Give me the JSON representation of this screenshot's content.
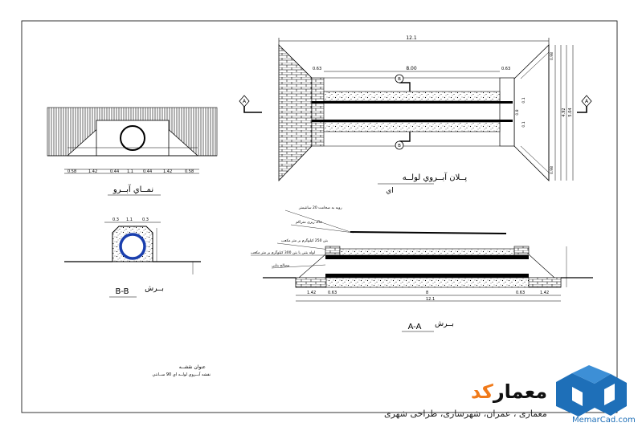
{
  "plan": {
    "overall_length": "12.1",
    "pipe_length": "8.00",
    "left_offset": "0.63",
    "right_offset": "0.63",
    "total_width": "4.92",
    "total_width2": "5.04",
    "dim_a": "0.98",
    "dim_b": "0.8",
    "dim_c": "0.1",
    "section_mark_a": "A",
    "section_mark_b": "B",
    "title": "پــلان آبــروي لولــه",
    "title2": "اي"
  },
  "elevation": {
    "title": "نمــاي آبــرو",
    "dims": [
      "0.58",
      "1.42",
      "0.44",
      "1.1",
      "0.44",
      "1.42",
      "0.58"
    ]
  },
  "section_bb": {
    "title_prefix": "بــرش",
    "title": "B-B",
    "dims": [
      "0.3",
      "1.1",
      "0.3"
    ]
  },
  "section_aa": {
    "title_prefix": "بــرش",
    "title": "A-A",
    "notes": [
      "رویه به ضخامت 20 سانتیمتر",
      "خاک ریزی متراکم",
      "بتن 250 کیلوگرم بر متر مکعب",
      "لوله بتنی با بتن 300 کیلوگرم بر متر مکعب",
      "مصالح بنایی"
    ],
    "dims": [
      "1.42",
      "0.63",
      "8",
      "0.63",
      "1.42"
    ],
    "total": "12.1"
  },
  "title_block": {
    "label": "عنوان نقشــه",
    "value": "نقشه آبــروي لولــه اي 90 ســانتي"
  },
  "logo": {
    "part1": "معمار",
    "part2": "کد",
    "subtitle": "معماری ، عمران، شهرسازی، طراحی شهری",
    "url": "MemarCad.com",
    "color_primary": "#1e6fb8",
    "color_accent": "#f07a1a"
  }
}
